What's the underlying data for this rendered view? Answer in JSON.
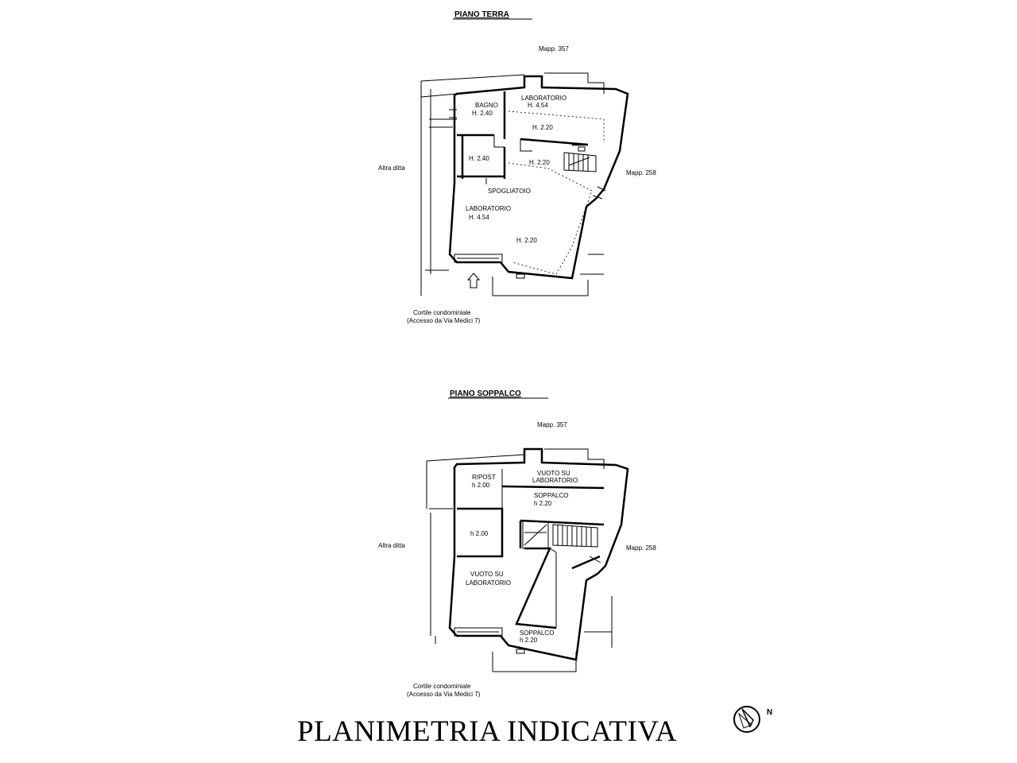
{
  "ground_floor": {
    "title": "PIANO TERRA",
    "mapp_north": "Mapp. 357",
    "mapp_east": "Mapp. 258",
    "neighbour_west": "Altra ditta",
    "room_bagno": "BAGNO",
    "room_bagno_h": "H. 2.40",
    "room_lab_top": "LABORATORIO",
    "room_lab_top_h": "H. 4.54",
    "h_220_a": "H. 2.20",
    "h_240": "H. 2.40",
    "h_220_b": "H. 2.20",
    "room_spogliatoio": "SPOGLIATOIO",
    "room_lab_bottom": "LABORATORIO",
    "room_lab_bottom_h": "H. 4.54",
    "h_220_c": "H. 2.20",
    "courtyard": "Cortile condominiale",
    "access": "(Accesso da Via Medici 7)"
  },
  "mezzanine": {
    "title": "PIANO SOPPALCO",
    "mapp_north": "Mapp. 357",
    "mapp_east": "Mapp. 258",
    "neighbour_west": "Altra ditta",
    "room_ripost": "RIPOST",
    "room_ripost_h": "h 2.00",
    "void_top_1": "VUOTO SU",
    "void_top_2": "LABORATORIO",
    "soppalco_top": "SOPPALCO",
    "soppalco_top_h": "h 2.20",
    "h_200": "h 2.00",
    "void_bottom_1": "VUOTO SU",
    "void_bottom_2": "LABORATORIO",
    "soppalco_bottom": "SOPPALCO",
    "soppalco_bottom_h": "h 2.20",
    "courtyard": "Cortile condominiale",
    "access": "(Accesso da Via Medici 7)"
  },
  "footer": {
    "title": "PLANIMETRIA INDICATIVA",
    "north": "N"
  }
}
